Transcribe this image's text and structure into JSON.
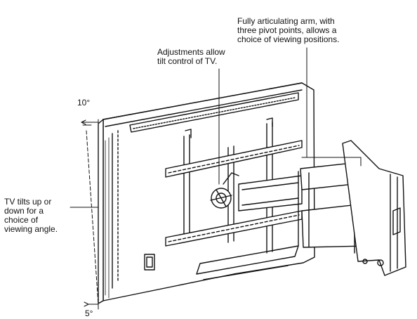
{
  "callouts": {
    "arm": [
      "Fully articulating arm, with",
      "three pivot points, allows a",
      "choice of viewing positions."
    ],
    "tilt_adjust": [
      "Adjustments allow",
      "tilt control of TV."
    ],
    "tv_tilt": [
      "TV tilts up or",
      "down for a",
      "choice of",
      "viewing angle."
    ]
  },
  "angles": {
    "up": "10°",
    "down": "5°"
  },
  "colors": {
    "ink": "#111111",
    "background": "#ffffff"
  }
}
